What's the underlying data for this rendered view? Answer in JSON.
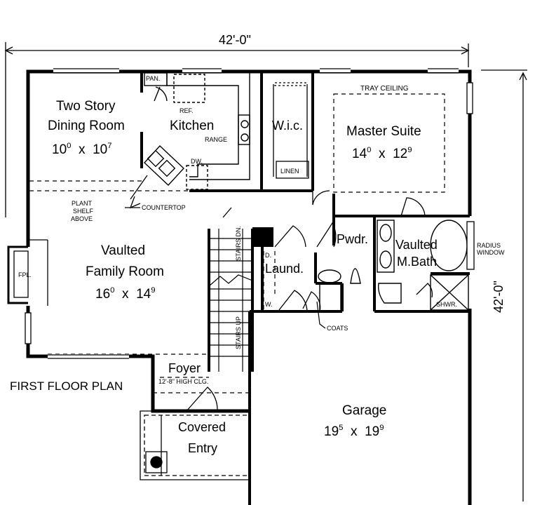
{
  "overall": {
    "width_label": "42'-0\"",
    "depth_label": "42'-0\""
  },
  "plan_title": "FIRST FLOOR PLAN",
  "rooms": {
    "dining": {
      "line1": "Two Story",
      "line2": "Dining Room",
      "dim_a": "10",
      "dim_a_sup": "0",
      "dim_x": "x",
      "dim_b": "10",
      "dim_b_sup": "7"
    },
    "kitchen": {
      "name": "Kitchen"
    },
    "wic": {
      "name": "W.i.c."
    },
    "master": {
      "name": "Master Suite",
      "dim_a": "14",
      "dim_a_sup": "0",
      "dim_x": "x",
      "dim_b": "12",
      "dim_b_sup": "9"
    },
    "family": {
      "line1": "Vaulted",
      "line2": "Family Room",
      "dim_a": "16",
      "dim_a_sup": "0",
      "dim_x": "x",
      "dim_b": "14",
      "dim_b_sup": "9"
    },
    "laund": {
      "name": "Laund."
    },
    "pwdr": {
      "name": "Pwdr."
    },
    "mbath": {
      "line1": "Vaulted",
      "line2": "M.Bath"
    },
    "foyer": {
      "name": "Foyer",
      "note": "12'-8\" HIGH CLG."
    },
    "entry": {
      "line1": "Covered",
      "line2": "Entry"
    },
    "garage": {
      "name": "Garage",
      "dim_a": "19",
      "dim_a_sup": "5",
      "dim_x": "x",
      "dim_b": "19",
      "dim_b_sup": "9"
    }
  },
  "notes": {
    "pan": "PAN.",
    "ref": "REF.",
    "range": "RANGE",
    "dw": "DW.",
    "countertop": "COUNTERTOP",
    "plant_shelf": [
      "PLANT",
      "SHELF",
      "ABOVE"
    ],
    "tray_ceiling": "TRAY CEILING",
    "linen": "LINEN",
    "radius_window": [
      "RADIUS",
      "WINDOW"
    ],
    "fpl": "FPL.",
    "stairs_dn": "STAIRS DN.",
    "stairs_up": "STAIRS UP",
    "washer": "W.",
    "dryer": "D.",
    "coats": "COATS",
    "shwr": "SHWR."
  }
}
